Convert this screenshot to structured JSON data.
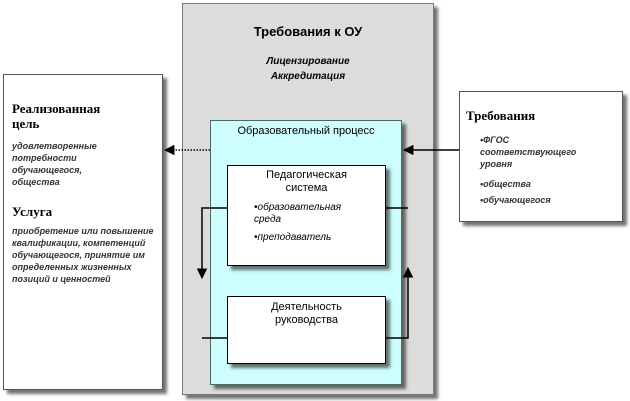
{
  "outer": {
    "title": "Требования к ОУ",
    "subtitle_line1": "Лицензирование",
    "subtitle_line2": "Аккредитация"
  },
  "process": {
    "title": "Образовательный процесс"
  },
  "pedagogical": {
    "title_line1": "Педагогическая",
    "title_line2": "система",
    "item1_line1": "•образовательная",
    "item1_line2": "среда",
    "item2": "•преподаватель"
  },
  "management": {
    "title_line1": "Деятельность",
    "title_line2": "руководства"
  },
  "left": {
    "heading1_line1": "Реализованная",
    "heading1_line2": "цель",
    "body1": "удовлетворенные потребности обучающегося, общества",
    "heading2": "Услуга",
    "body2": " приобретение или повышение квалификации, компетенций обучающегося, принятие им определенных жизненных позиций и ценностей"
  },
  "right": {
    "title": "Требования",
    "item1_line1": "•ФГОС",
    "item1_line2": "соответствующего",
    "item1_line3": "уровня",
    "item2": "•общества",
    "item3": "•обучающегося"
  }
}
